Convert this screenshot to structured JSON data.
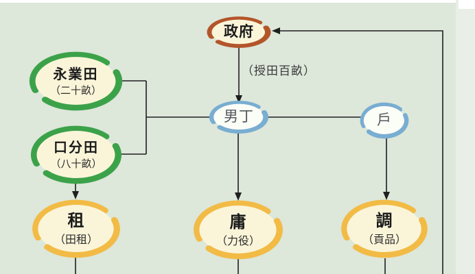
{
  "colors": {
    "background": "#dde7da",
    "background_band": "#e9efe6",
    "node_fill_cream": "#faf5d9",
    "node_fill_white": "#fbfdf7",
    "swirl_red": "#b3552a",
    "swirl_green": "#3ca24a",
    "swirl_blue": "#79add1",
    "swirl_yellow": "#f2bb45",
    "line": "#1f1f1f"
  },
  "nodes": {
    "government": {
      "label": "政府"
    },
    "perpetual_field": {
      "label": "永業田",
      "sublabel": "（二十畝）"
    },
    "share_field": {
      "label": "口分田",
      "sublabel": "（八十畝）"
    },
    "adult_male": {
      "label": "男丁"
    },
    "household": {
      "label": "戶"
    },
    "zu": {
      "label": "租",
      "sublabel": "（田租）"
    },
    "yong": {
      "label": "庸",
      "sublabel": "（力役）"
    },
    "diao": {
      "label": "調",
      "sublabel": "（貢品）"
    }
  },
  "edges": {
    "grant_label": "（授田百畝）"
  }
}
